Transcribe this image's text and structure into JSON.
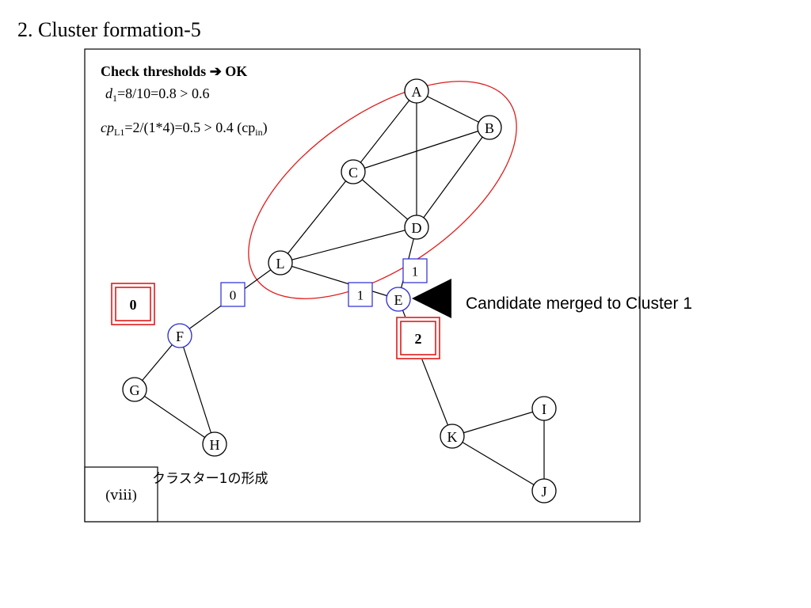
{
  "title": "2. Cluster formation-5",
  "info": {
    "heading": "Check thresholds",
    "heading_ok": "OK",
    "d_var": "d",
    "d_sub": "1",
    "d_rest": "=8/10=0.8 > 0.6",
    "cp_var": "cp",
    "cp_sub": "L1",
    "cp_rest": "=2/(1*4)=0.5 > 0.4 (cp",
    "cp_in_sub": "in",
    "cp_close": ")"
  },
  "nodes": [
    {
      "id": "A",
      "label": "A",
      "highlight": false
    },
    {
      "id": "B",
      "label": "B",
      "highlight": false
    },
    {
      "id": "C",
      "label": "C",
      "highlight": false
    },
    {
      "id": "D",
      "label": "D",
      "highlight": false
    },
    {
      "id": "L",
      "label": "L",
      "highlight": false
    },
    {
      "id": "E",
      "label": "E",
      "highlight": true
    },
    {
      "id": "F",
      "label": "F",
      "highlight": true
    },
    {
      "id": "G",
      "label": "G",
      "highlight": false
    },
    {
      "id": "H",
      "label": "H",
      "highlight": false
    },
    {
      "id": "K",
      "label": "K",
      "highlight": false
    },
    {
      "id": "I",
      "label": "I",
      "highlight": false
    },
    {
      "id": "J",
      "label": "J",
      "highlight": false
    }
  ],
  "edges": [
    [
      "A",
      "B"
    ],
    [
      "A",
      "C"
    ],
    [
      "A",
      "D"
    ],
    [
      "C",
      "B"
    ],
    [
      "B",
      "D"
    ],
    [
      "C",
      "D"
    ],
    [
      "C",
      "L"
    ],
    [
      "L",
      "D"
    ],
    [
      "L",
      "E"
    ],
    [
      "D",
      "E"
    ],
    [
      "L",
      "F"
    ],
    [
      "F",
      "G"
    ],
    [
      "F",
      "H"
    ],
    [
      "G",
      "H"
    ],
    [
      "E",
      "K"
    ],
    [
      "K",
      "I"
    ],
    [
      "K",
      "J"
    ],
    [
      "I",
      "J"
    ]
  ],
  "edge_labels": [
    {
      "value": "0",
      "edge": "L-F"
    },
    {
      "value": "1",
      "edge": "L-E"
    },
    {
      "value": "1",
      "edge": "D-E"
    }
  ],
  "cluster_boxes": [
    {
      "value": "0",
      "near": "F"
    },
    {
      "value": "2",
      "near": "E"
    }
  ],
  "annotation": "Candidate merged to Cluster 1",
  "caption_jp": "クラスター1の形成",
  "step_label": "(ⅷ)",
  "colors": {
    "cluster_ellipse": "#e01b1b",
    "edge_label_border": "#2a2ad0",
    "highlight_node": "#2a2ad0",
    "cluster_box": "#e01b1b"
  }
}
